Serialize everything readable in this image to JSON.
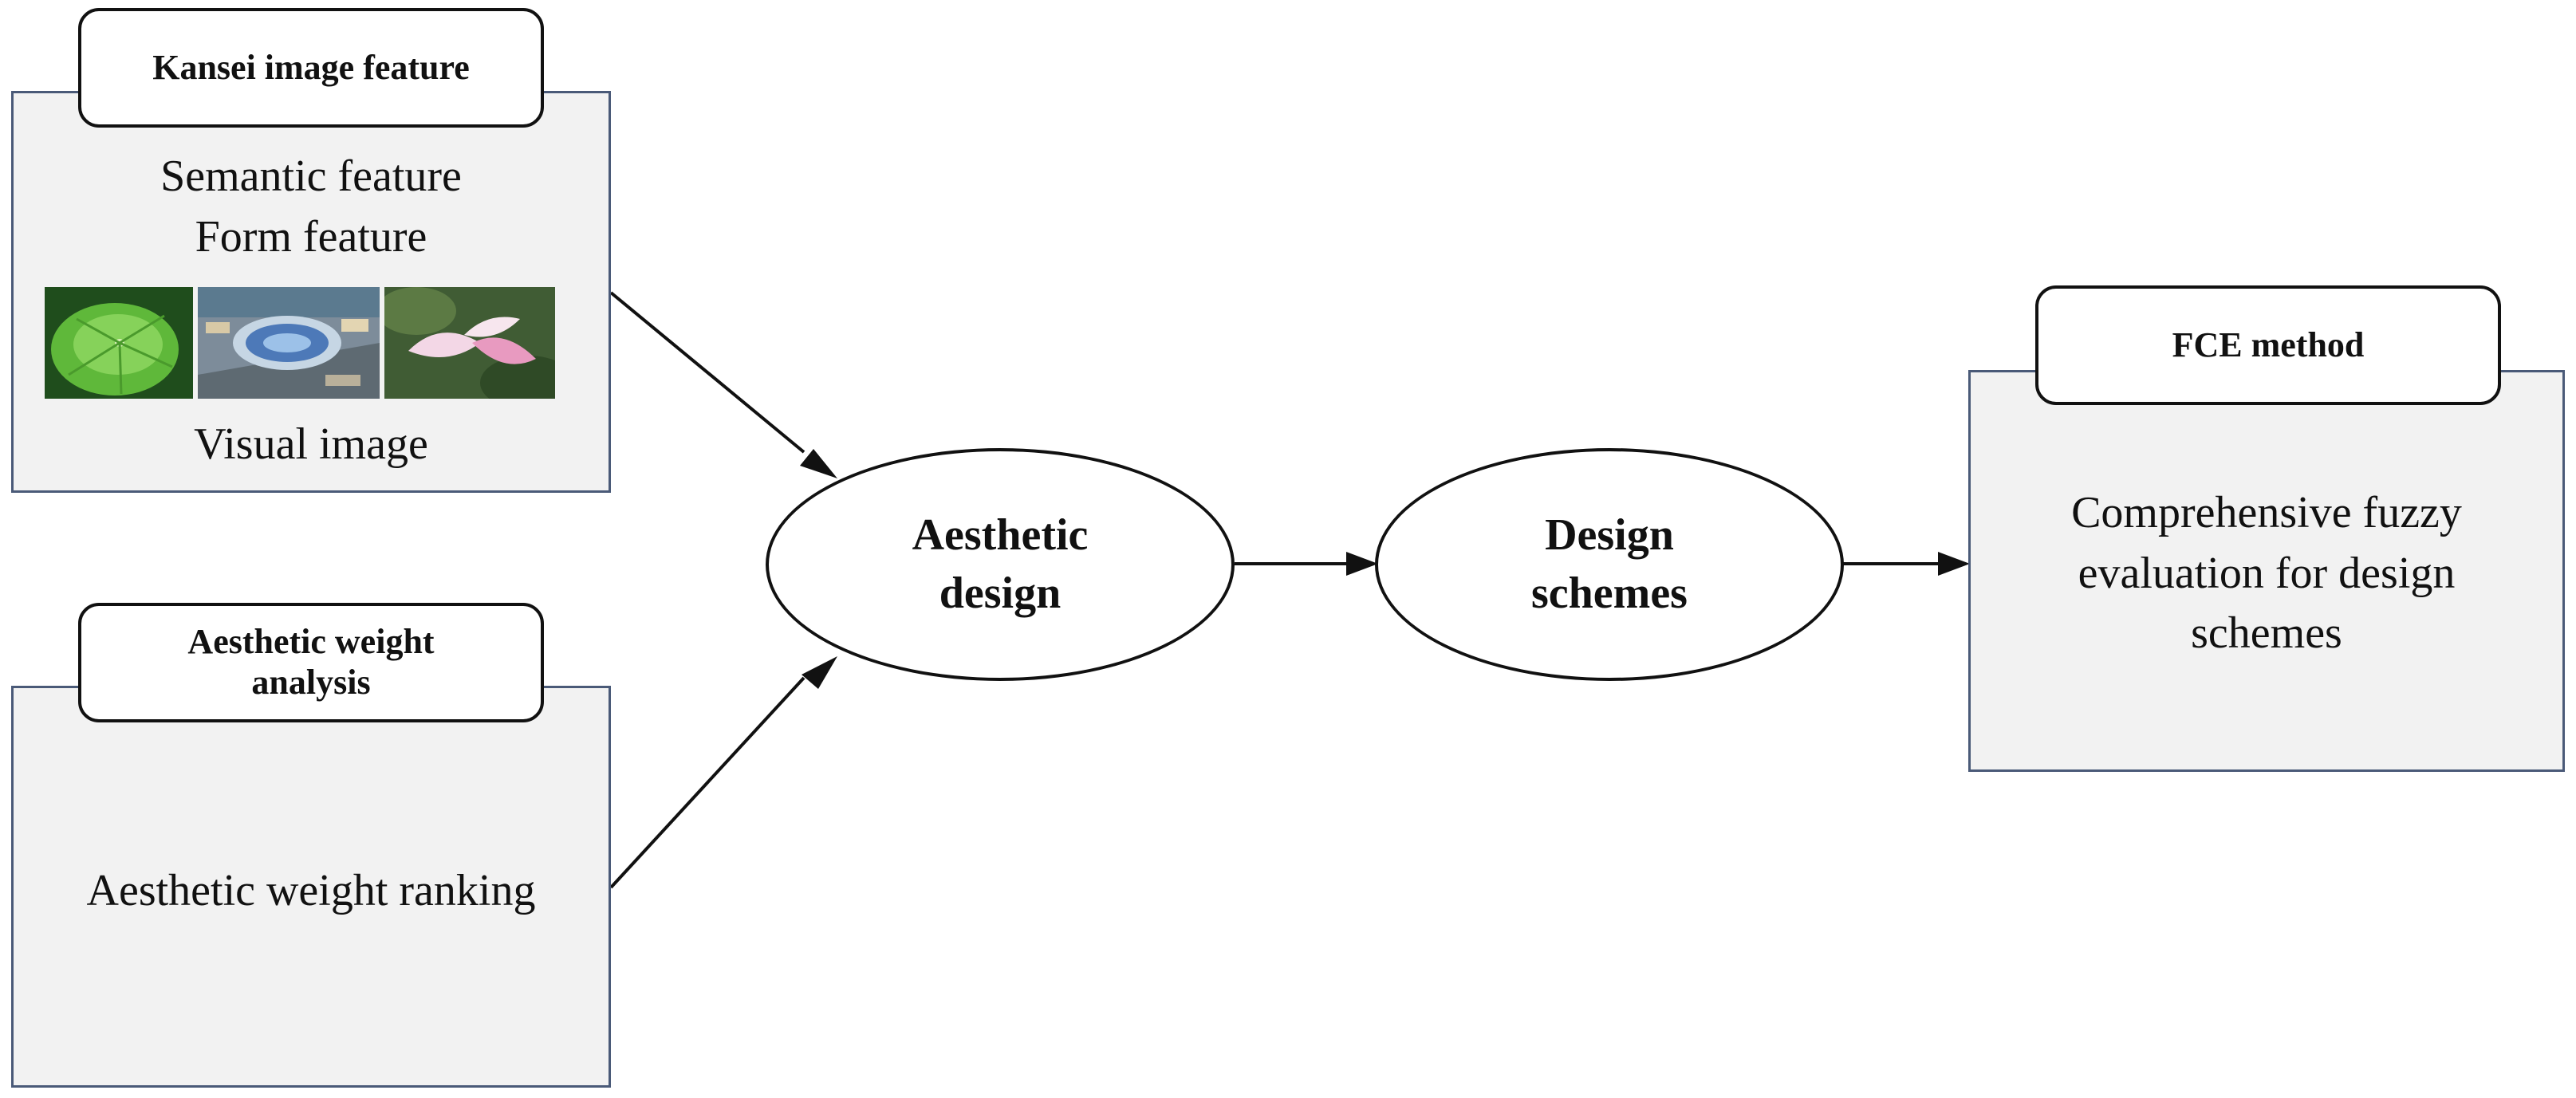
{
  "kansei": {
    "title": "Kansei image feature",
    "line1": "Semantic feature",
    "line2": "Form feature",
    "caption": "Visual image"
  },
  "weight": {
    "title_line1": "Aesthetic weight",
    "title_line2": "analysis",
    "body": "Aesthetic weight ranking"
  },
  "aesthetic_design": {
    "line1": "Aesthetic",
    "line2": "design"
  },
  "design_schemes": {
    "line1": "Design",
    "line2": "schemes"
  },
  "fce": {
    "title": "FCE method",
    "line1": "Comprehensive fuzzy",
    "line2": "evaluation for design",
    "line3": "schemes"
  },
  "colors": {
    "box_fill": "#f2f2f2",
    "box_border": "#4a5a78",
    "stroke": "#111111"
  },
  "images": [
    "lotus-leaf-photo",
    "stadium-aerial-photo",
    "lotus-petal-photo"
  ]
}
